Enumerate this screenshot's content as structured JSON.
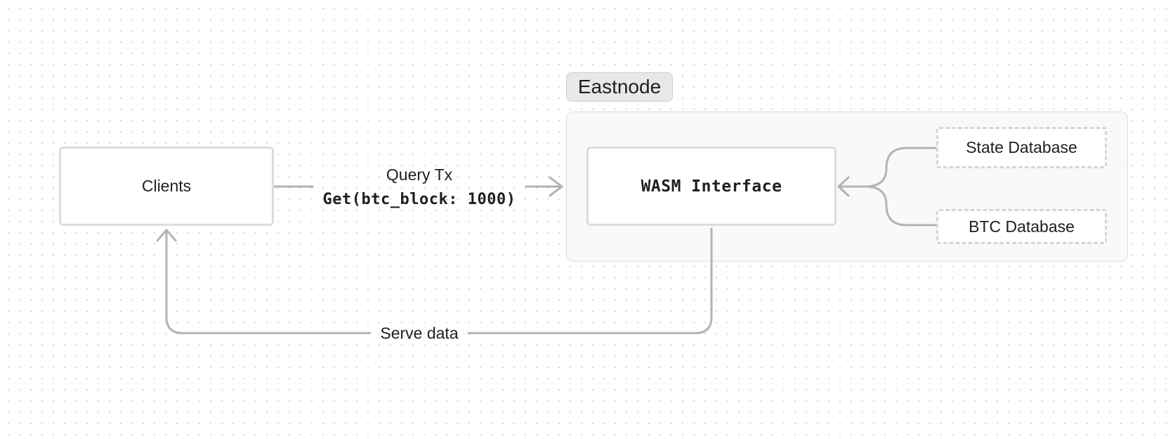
{
  "group": {
    "label": "Eastnode"
  },
  "nodes": {
    "clients": "Clients",
    "wasm_interface": "WASM Interface",
    "state_database": "State Database",
    "btc_database": "BTC Database"
  },
  "edges": {
    "query_title": "Query Tx",
    "query_code": "Get(btc_block: 1000)",
    "serve": "Serve data"
  }
}
